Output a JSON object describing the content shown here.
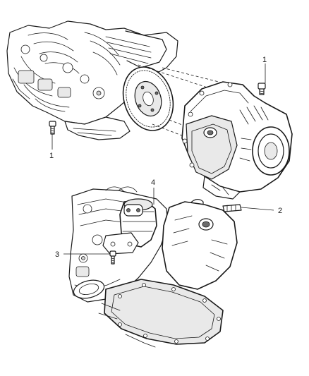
{
  "callouts": [
    {
      "id": "1a",
      "label": "1",
      "part": "bolt"
    },
    {
      "id": "1b",
      "label": "1",
      "part": "bolt"
    },
    {
      "id": "2",
      "label": "2",
      "part": "stud"
    },
    {
      "id": "3",
      "label": "3",
      "part": "bolt"
    },
    {
      "id": "4",
      "label": "4",
      "part": "starter-motor"
    }
  ]
}
